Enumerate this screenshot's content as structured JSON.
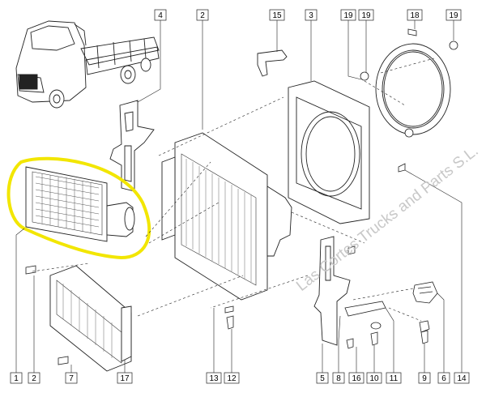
{
  "diagram": {
    "type": "exploded-parts-diagram",
    "part_numbers": {
      "p1": "1",
      "p2": "2",
      "p3": "3",
      "p4": "4",
      "p5": "5",
      "p6": "6",
      "p7": "7",
      "p8": "8",
      "p9": "9",
      "p10": "10",
      "p11": "11",
      "p12": "12",
      "p13": "13",
      "p14": "14",
      "p15": "15",
      "p16": "16",
      "p17": "17",
      "p18": "18",
      "p19a": "19",
      "p19b": "19",
      "p19c": "19"
    },
    "bottom_box_labels": {
      "b1": "1",
      "b2": "2",
      "b7": "7",
      "b17": "17",
      "b13": "13",
      "b12": "12",
      "b5": "5",
      "b8": "8",
      "b16": "16",
      "b10": "10",
      "b11": "11",
      "b9": "9",
      "b6": "6",
      "b14": "14"
    },
    "highlight": {
      "part": "1",
      "color": "#f2e600"
    },
    "watermark": "Las Cortes Trucks and Parts S.L."
  }
}
